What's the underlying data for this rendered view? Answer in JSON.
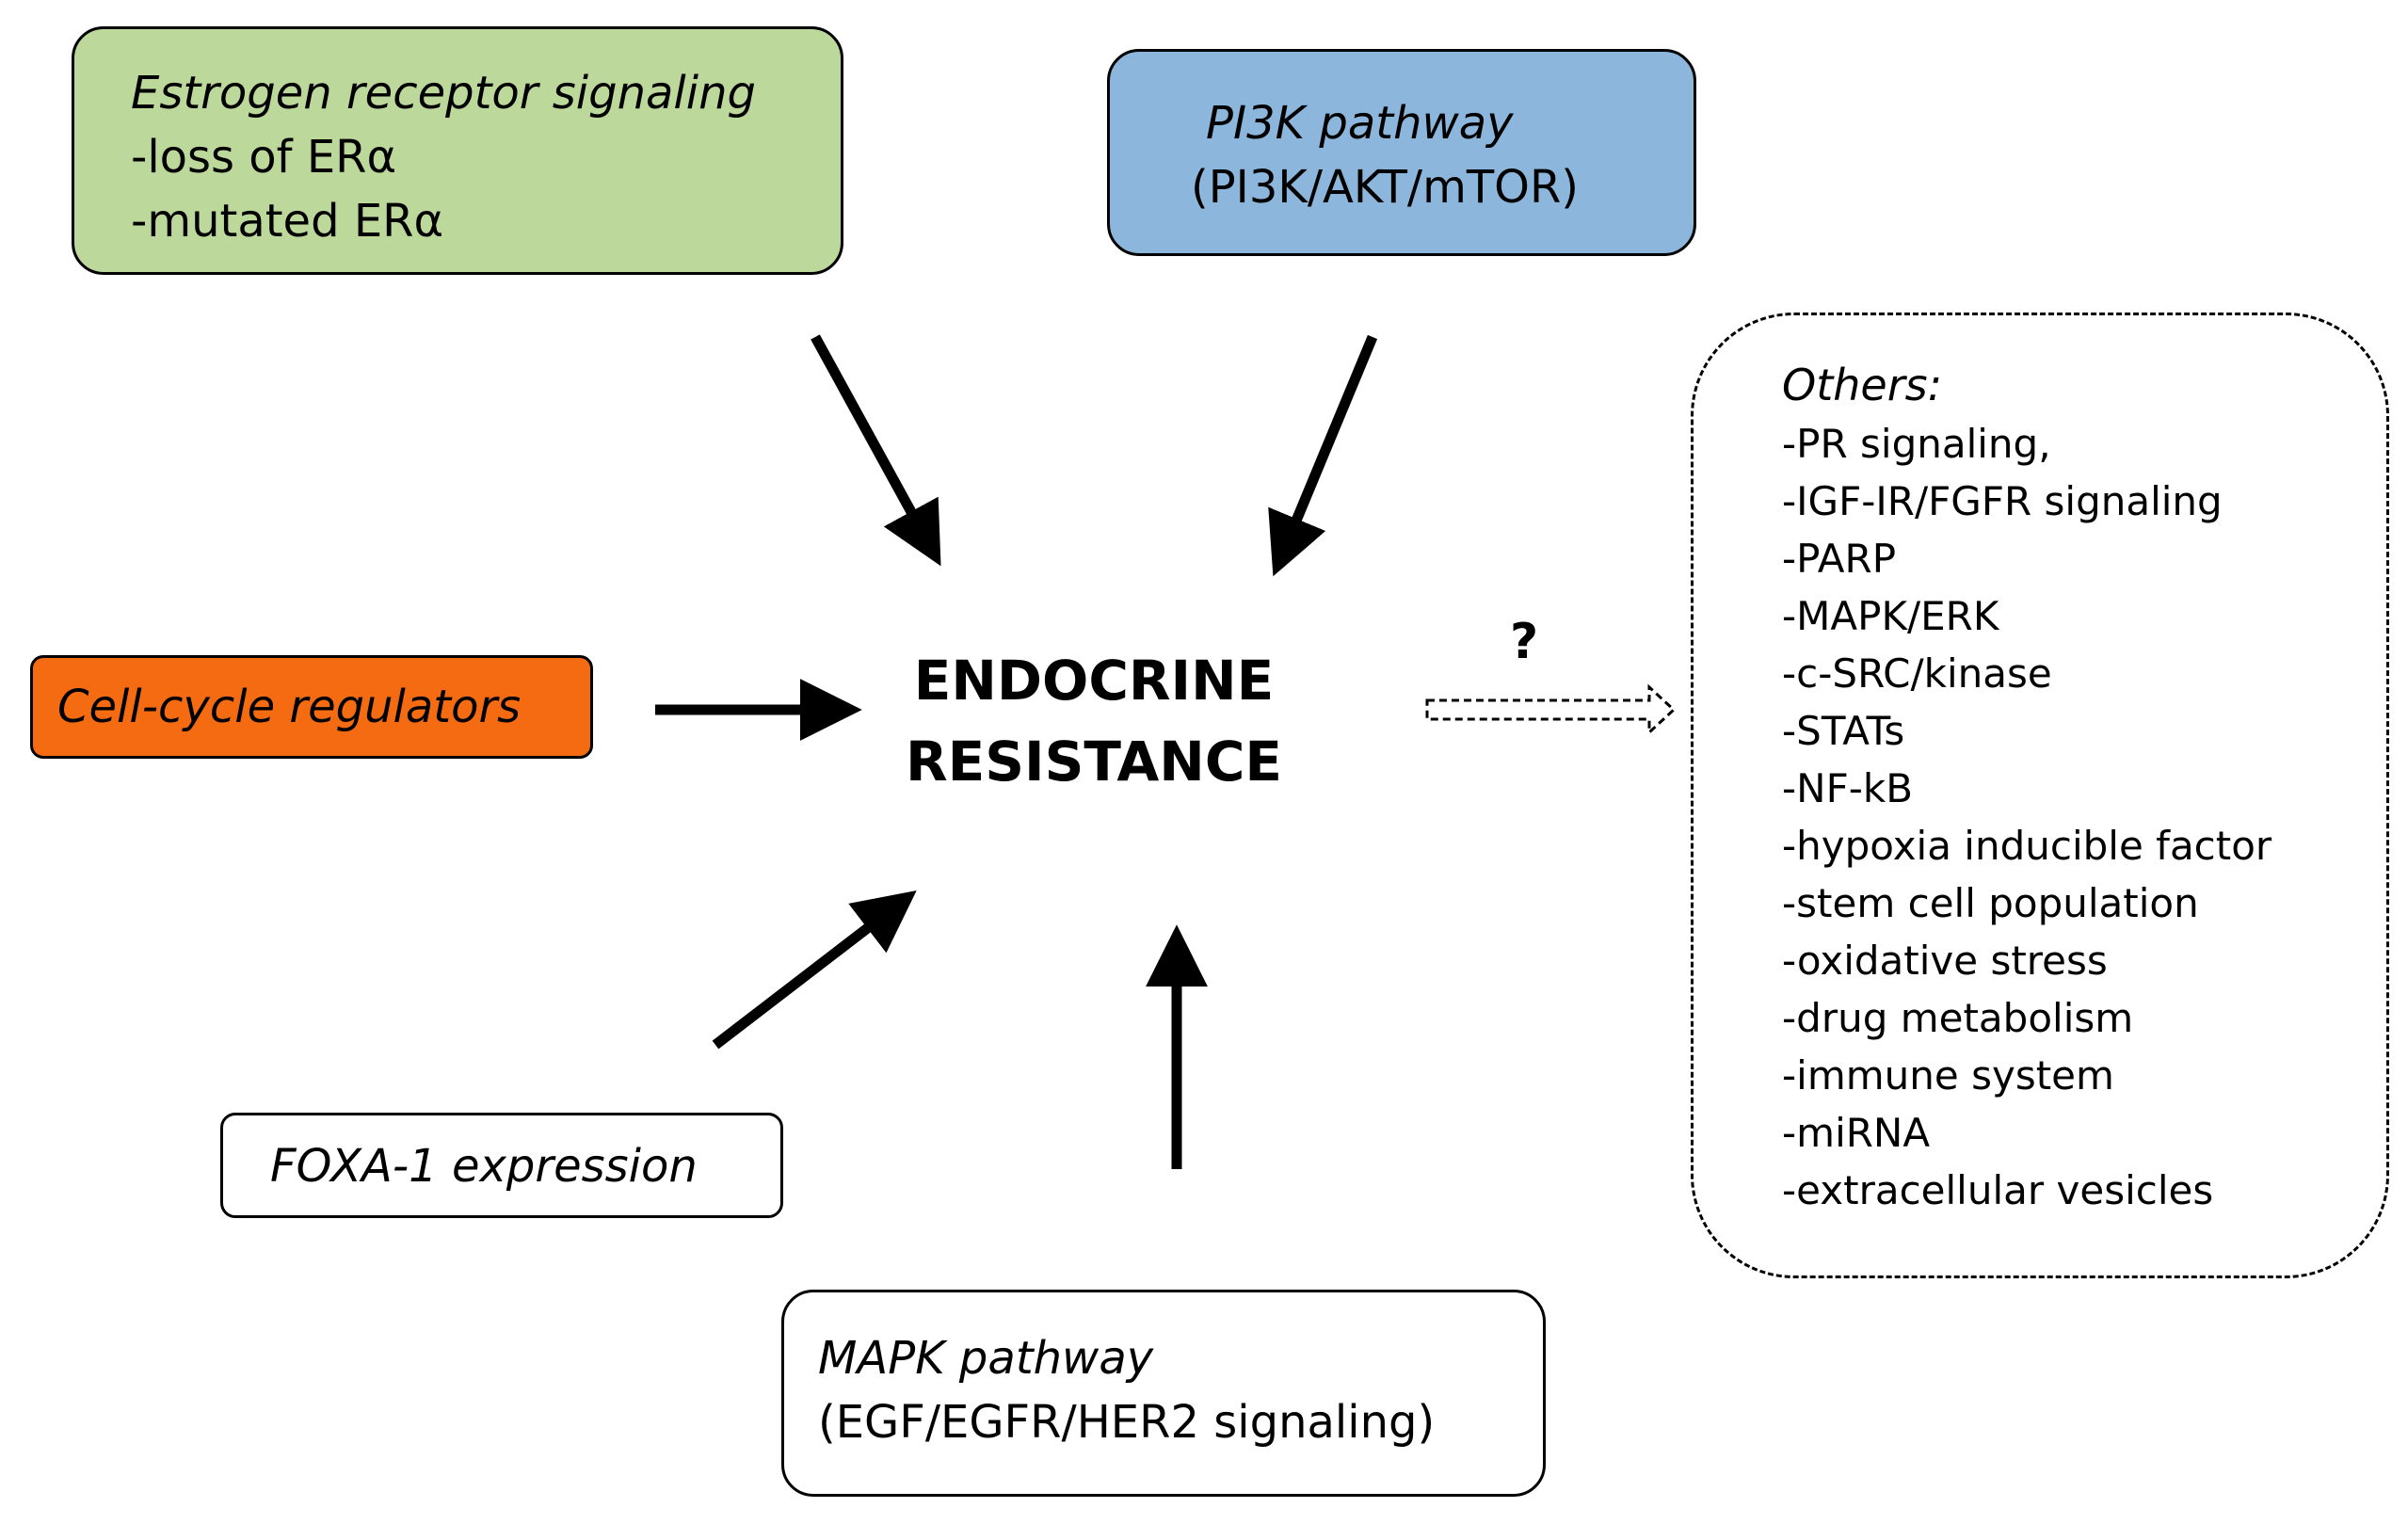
{
  "center": {
    "line1": "ENDOCRINE",
    "line2": "RESISTANCE"
  },
  "estrogen": {
    "title": "Estrogen receptor signaling",
    "items": [
      "-loss of ERα",
      "-mutated ERα"
    ],
    "color": "#bcd89b"
  },
  "pi3k": {
    "title": "PI3K pathway",
    "subtitle": "(PI3K/AKT/mTOR)",
    "color": "#8cb6db"
  },
  "cell_cycle": {
    "title": "Cell-cycle regulators",
    "color": "#f56b12"
  },
  "foxa": {
    "title": "FOXA-1 expression"
  },
  "mapk": {
    "title": "MAPK pathway",
    "subtitle": "(EGF/EGFR/HER2 signaling)"
  },
  "question": "?",
  "others": {
    "title": "Others:",
    "items": [
      "-PR signaling,",
      "-IGF-IR/FGFR signaling",
      "-PARP",
      "-MAPK/ERK",
      "-c-SRC/kinase",
      "-STATs",
      "-NF-kB",
      "-hypoxia inducible factor",
      "-stem cell population",
      "-oxidative stress",
      "-drug metabolism",
      "-immune system",
      "-miRNA",
      "-extracellular vesicles"
    ]
  }
}
